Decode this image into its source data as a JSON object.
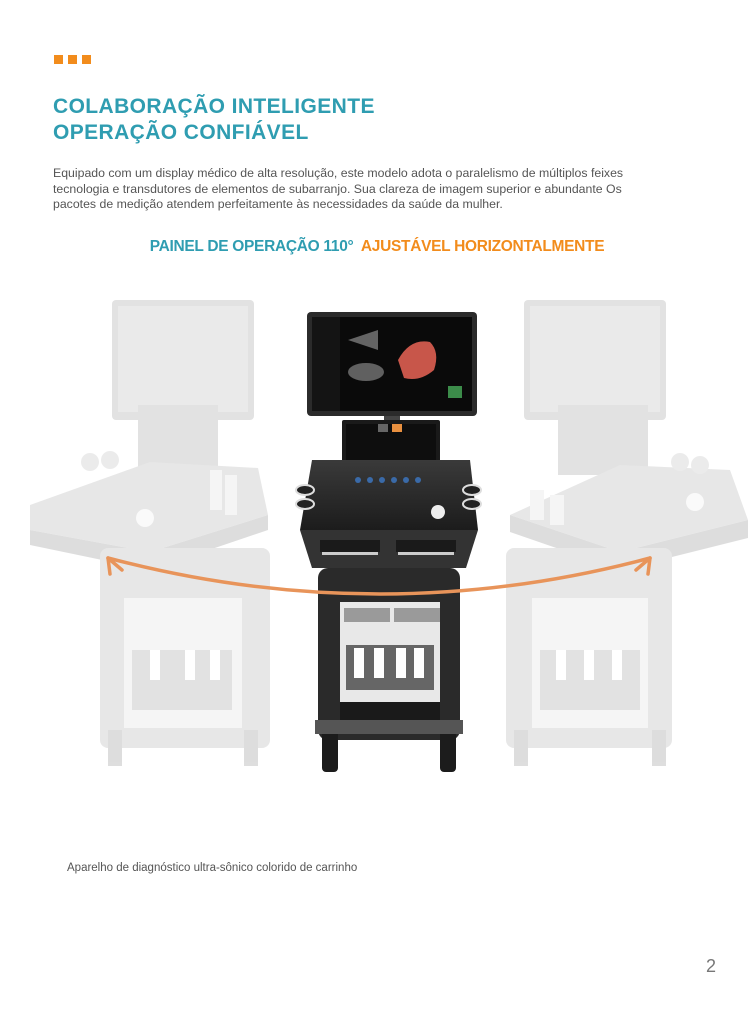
{
  "header": {
    "decoration": [
      "square",
      "square",
      "square"
    ],
    "title_line1": "COLABORAÇÃO INTELIGENTE",
    "title_line2": "OPERAÇÃO CONFIÁVEL"
  },
  "intro": {
    "line1": "Equipado com um display médico de alta resolução, este modelo adota o paralelismo de múltiplos feixes",
    "line2": "tecnologia e transdutores de elementos de subarranjo. Sua clareza de imagem superior e abundante Os",
    "line3": "pacotes de medição atendem perfeitamente às necessidades da saúde da mulher."
  },
  "subhead": {
    "part1": "PAINEL DE OPERAÇÃO 110°",
    "part2": "AJUSTÁVEL HORIZONTALMENTE"
  },
  "figure": {
    "description": "ultrasound-cart-rotation-illustration",
    "arrow_color": "#e8945a"
  },
  "caption": "Aparelho de diagnóstico ultra-sônico colorido de carrinho",
  "page_number": "2",
  "colors": {
    "accent_teal": "#2f9db1",
    "accent_orange": "#f28c1c"
  }
}
